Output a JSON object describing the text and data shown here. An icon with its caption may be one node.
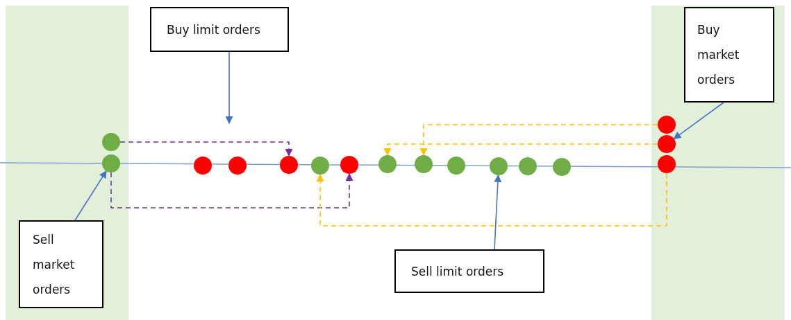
{
  "diagram": {
    "nodes": [
      {
        "text": [
          "Buy limit orders"
        ]
      },
      {
        "text": [
          "Buy market orders"
        ]
      },
      {
        "text": [],
        "shape": "circle"
      },
      {
        "text": [],
        "shape": "circle"
      },
      {
        "text": [],
        "shape": "circle"
      },
      {
        "text": [],
        "shape": "circle"
      },
      {
        "text": [],
        "shape": "circle"
      },
      {
        "text": [],
        "shape": "circle"
      },
      {
        "text": [],
        "shape": "circle"
      },
      {
        "text": [],
        "shape": "circle"
      },
      {
        "text": [],
        "shape": "circle"
      },
      {
        "text": [],
        "shape": "circle"
      },
      {
        "text": [],
        "shape": "circle"
      },
      {
        "text": [],
        "shape": "circle"
      },
      {
        "text": [],
        "shape": "circle"
      },
      {
        "text": [],
        "shape": "circle"
      },
      {
        "text": [],
        "shape": "circle"
      },
      {
        "text": [],
        "shape": "circle"
      },
      {
        "text": [
          "Sell market orders"
        ]
      },
      {
        "text": [
          "Sell limit orders"
        ]
      }
    ],
    "edges": [
      {
        "from": 0,
        "to": null,
        "arrow": "to"
      },
      {
        "from": 1,
        "to": 4,
        "arrow": "to"
      },
      {
        "from": 18,
        "to": 5,
        "arrow": "to"
      },
      {
        "from": 19,
        "to": 14,
        "arrow": "to"
      },
      {
        "from": 2,
        "to": 8,
        "arrow": "to",
        "style": "dashed",
        "color": "#7030a0"
      },
      {
        "from": 5,
        "to": 10,
        "arrow": "to",
        "style": "dashed",
        "color": "#7030a0"
      },
      {
        "from": 3,
        "to": 12,
        "arrow": "to",
        "style": "dashed",
        "color": "#ffc000"
      },
      {
        "from": 4,
        "to": 11,
        "arrow": "to",
        "style": "dashed",
        "color": "#ffc000"
      },
      {
        "from": 17,
        "to": 9,
        "arrow": "to",
        "style": "dashed",
        "color": "#ffc000"
      }
    ]
  }
}
